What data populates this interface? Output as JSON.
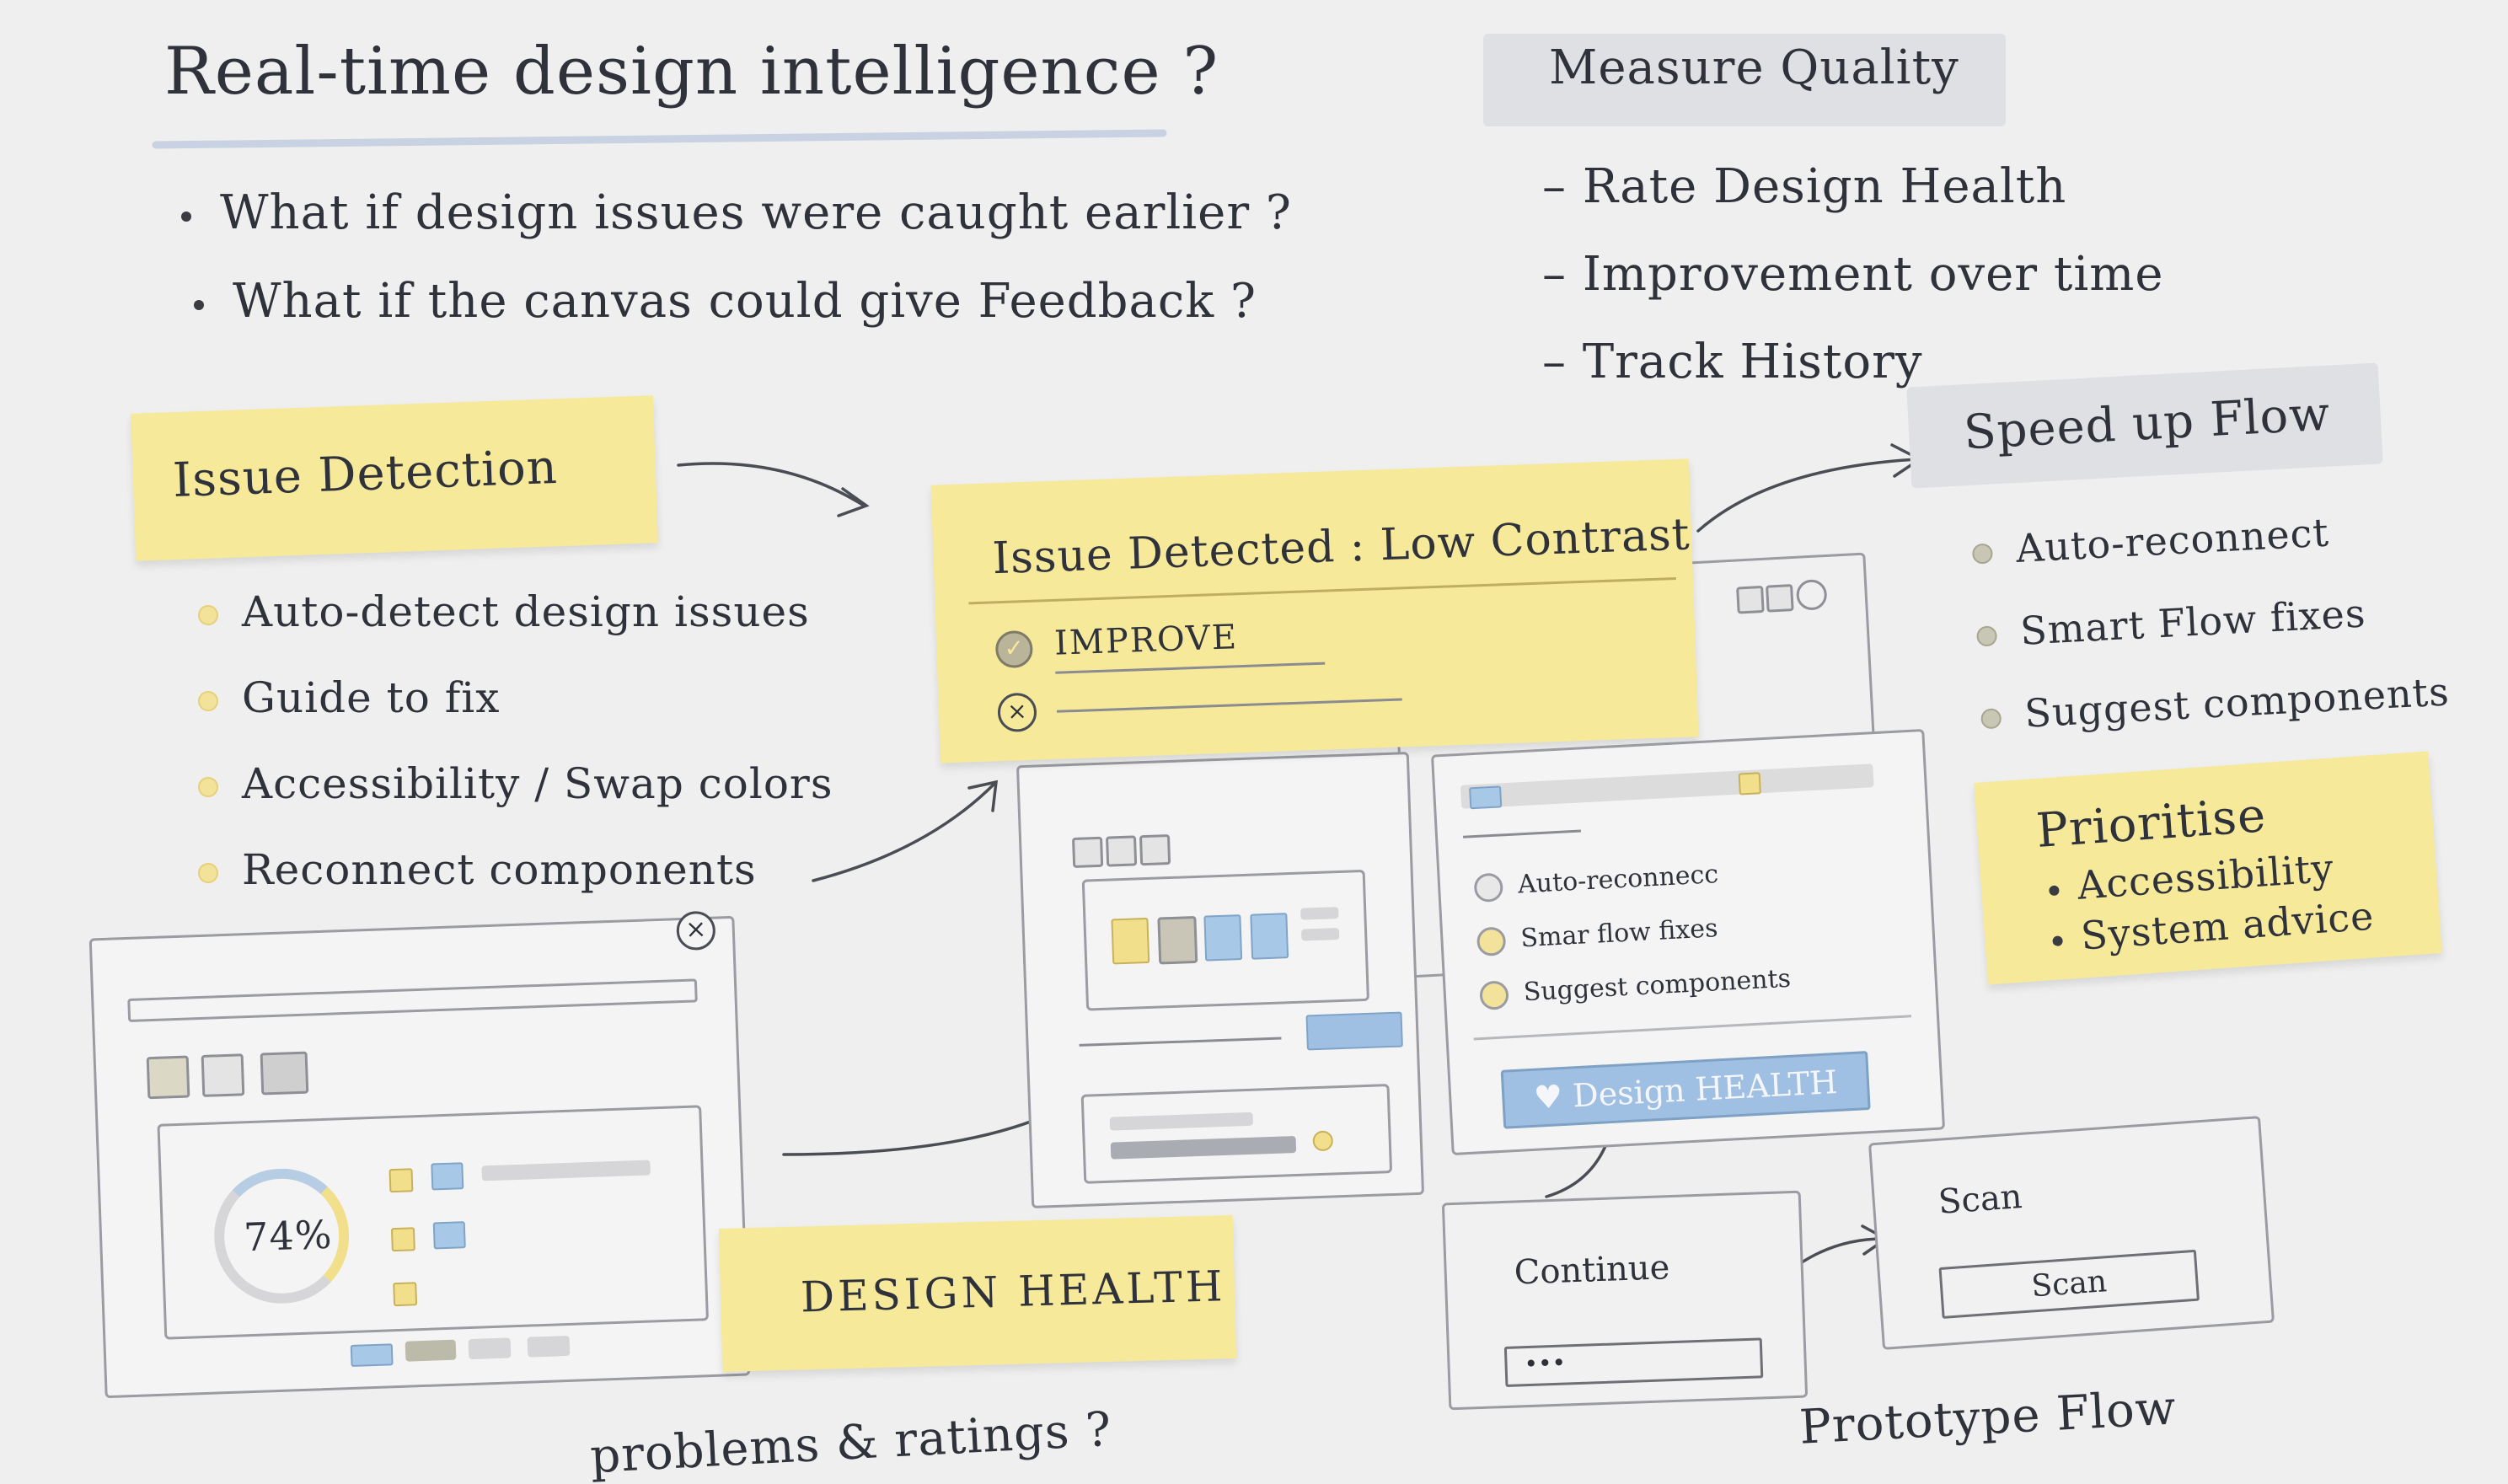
{
  "header": {
    "title": "Real-time design intelligence ?",
    "questions": [
      "What if design issues were caught earlier ?",
      "What if the canvas could give Feedback ?"
    ]
  },
  "measure_quality": {
    "heading": "Measure Quality",
    "items": [
      "Rate Design Health",
      "Improvement over time",
      "Track History"
    ]
  },
  "issue_detection": {
    "heading": "Issue Detection",
    "items": [
      "Auto-detect design issues",
      "Guide to fix",
      "Accessibility / Swap colors",
      "Reconnect components"
    ]
  },
  "issue_card": {
    "title": "Issue Detected : Low Contrast",
    "option_ok": "IMPROVE"
  },
  "speed_up_flow": {
    "heading": "Speed up Flow",
    "items": [
      "Auto-reconnect",
      "Smart Flow fixes",
      "Suggest components"
    ]
  },
  "prioritise": {
    "heading": "Prioritise",
    "items": [
      "Accessibility",
      "System advice"
    ]
  },
  "panel": {
    "items": [
      "Auto-reconnecc",
      "Smar flow fixes",
      "Suggest components"
    ],
    "button_label": "Design HEALTH"
  },
  "health_window": {
    "score": "74%"
  },
  "design_health_note": "DESIGN HEALTH",
  "prototype": {
    "continue_label": "Continue",
    "scan_title": "Scan",
    "scan_button": "Scan",
    "caption": "Prototype Flow"
  },
  "footer_partial": "problems & ratings ?",
  "colors": {
    "sticky": "#f6e99a",
    "accent_blue": "#a8c8e8",
    "paper": "#efefef"
  }
}
